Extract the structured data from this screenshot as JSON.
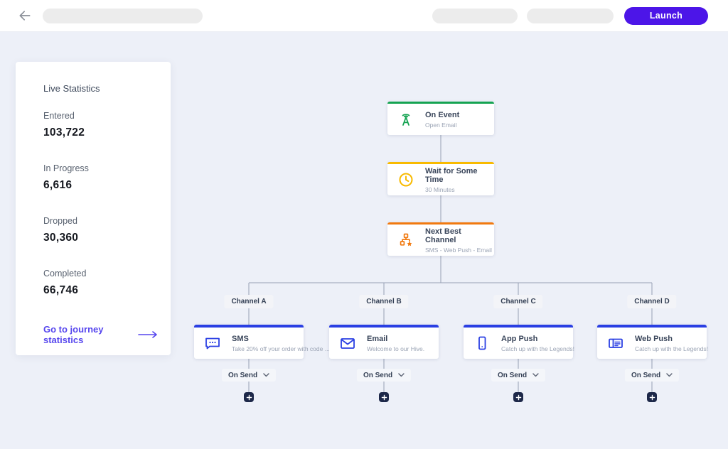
{
  "colors": {
    "canvas-bg": "#edf0f8",
    "launch-purple": "#4c15e8",
    "link-purple": "#5646ee",
    "accent-green": "#14a351",
    "accent-yellow": "#f8ba00",
    "accent-orange": "#f1790f",
    "accent-blue": "#2a3fe3",
    "plus-navy": "#1d2849",
    "connector-gray": "#97a0b4"
  },
  "topbar": {
    "back_icon": "arrow-left-icon",
    "launch_label": "Launch"
  },
  "stats": {
    "title": "Live Statistics",
    "items": [
      {
        "label": "Entered",
        "value": "103,722"
      },
      {
        "label": "In Progress",
        "value": "6,616"
      },
      {
        "label": "Dropped",
        "value": "30,360"
      },
      {
        "label": "Completed",
        "value": "66,746"
      }
    ],
    "link_label": "Go to journey statistics"
  },
  "flow": {
    "trigger": {
      "title": "On Event",
      "subtitle": "Open Email",
      "icon": "antenna-icon"
    },
    "wait": {
      "title": "Wait for Some Time",
      "subtitle": "30 Minutes",
      "icon": "clock-icon"
    },
    "split": {
      "title": "Next Best Channel",
      "subtitle": "SMS - Web Push - Email",
      "icon": "hierarchy-star-icon"
    },
    "channels": [
      {
        "branch_label": "Channel A",
        "title": "SMS",
        "subtitle": "Take 20% off your order with code ...",
        "icon": "chat-bubble-icon",
        "action_label": "On Send"
      },
      {
        "branch_label": "Channel B",
        "title": "Email",
        "subtitle": "Welcome to our Hive.",
        "icon": "envelope-icon",
        "action_label": "On Send"
      },
      {
        "branch_label": "Channel C",
        "title": "App Push",
        "subtitle": "Catch up with the Legends!",
        "icon": "smartphone-icon",
        "action_label": "On Send"
      },
      {
        "branch_label": "Channel D",
        "title": "Web Push",
        "subtitle": "Catch up with the Legends!",
        "icon": "browser-icon",
        "action_label": "On Send"
      }
    ]
  }
}
